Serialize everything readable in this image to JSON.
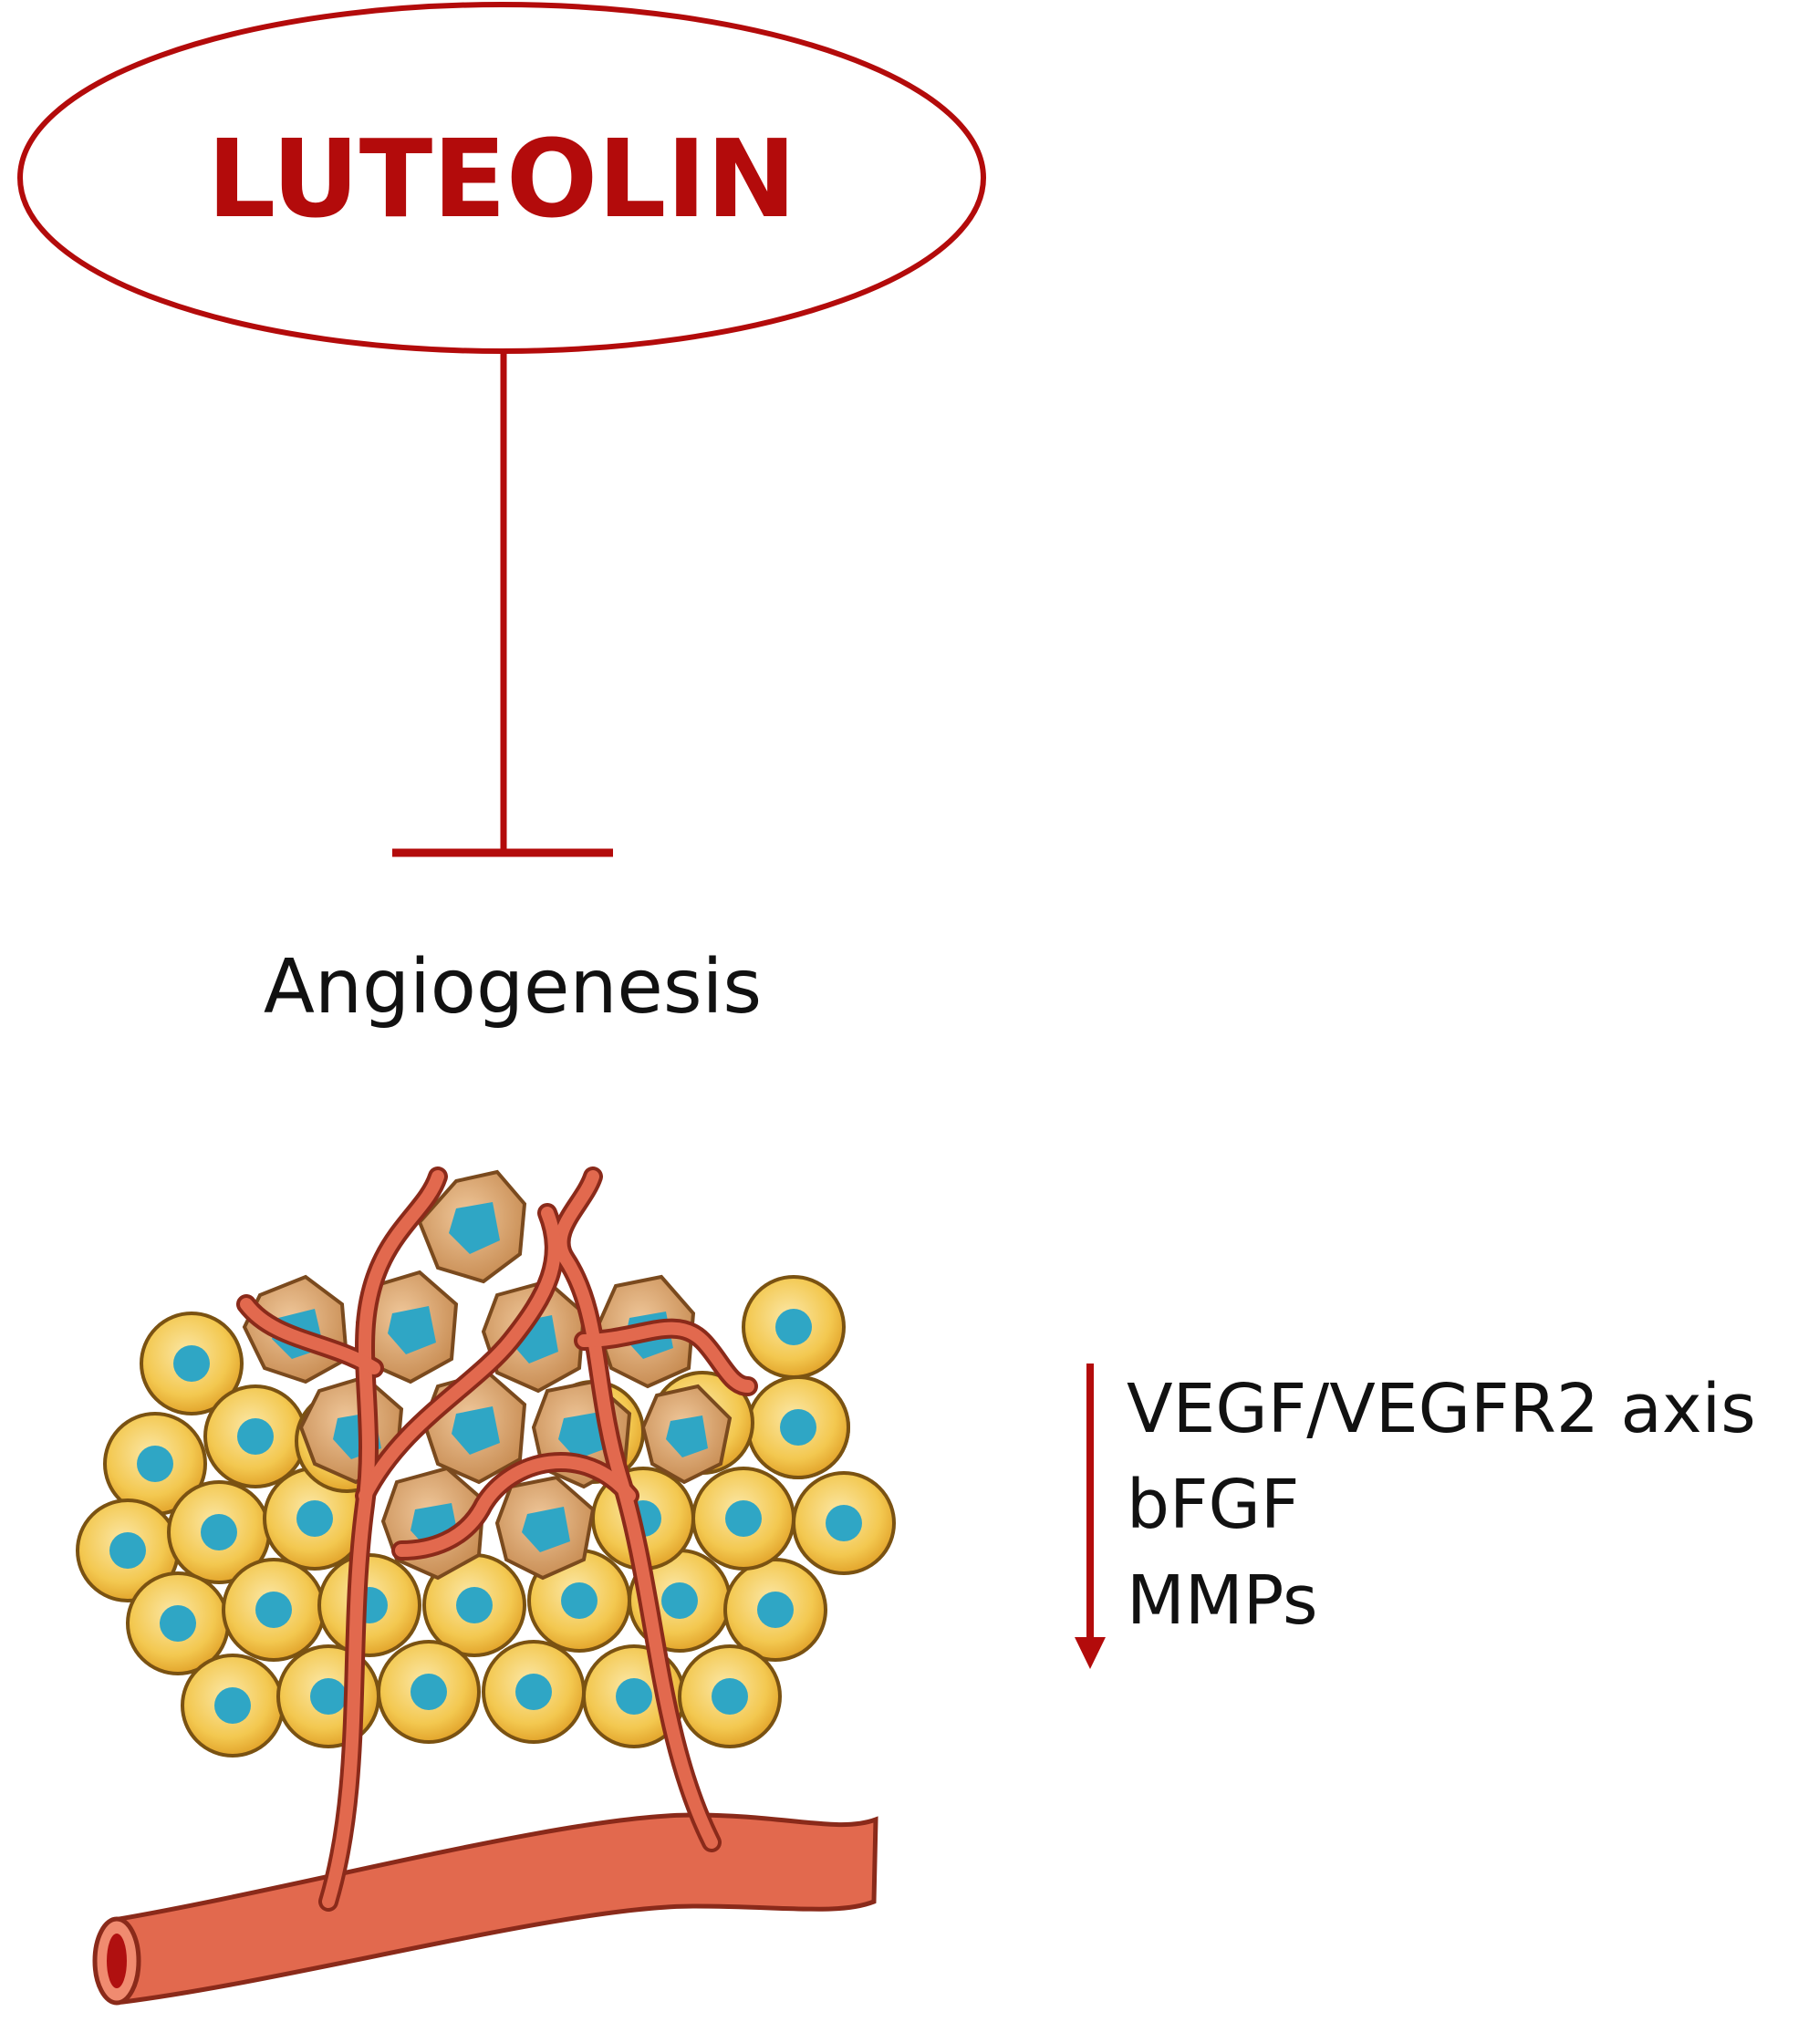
{
  "colors": {
    "accent_red": "#B30B0B",
    "cell_yellow": "#F3C850",
    "cell_nucleus": "#2FA6C5",
    "tumor_cell": "#D9A36C",
    "vessel": "#E2694E"
  },
  "diagram": {
    "title": "LUTEOLIN",
    "target": "Angiogenesis",
    "inhibition_icon": "inhibition-bar-icon",
    "downregulated": {
      "arrow_icon": "down-arrow-icon",
      "items": [
        "VEGF/VEGFR2 axis",
        "bFGF",
        "MMPs"
      ]
    },
    "illustration_icon": "tumor-angiogenesis-icon"
  }
}
